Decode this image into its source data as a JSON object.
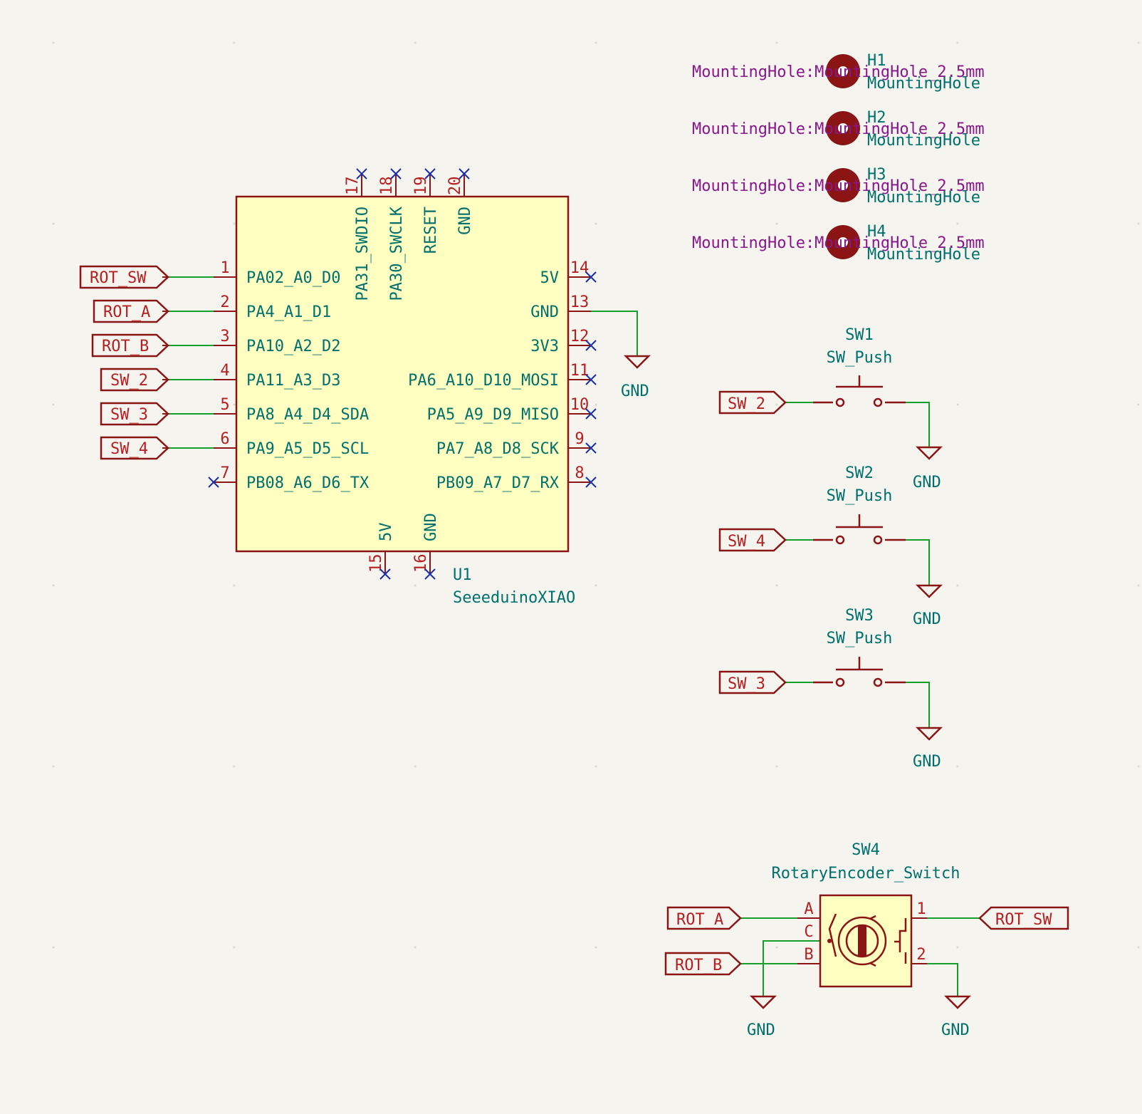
{
  "u1": {
    "ref": "U1",
    "value": "SeeeduinoXIAO",
    "left_pins": [
      {
        "num": "1",
        "name": "PA02_A0_D0"
      },
      {
        "num": "2",
        "name": "PA4_A1_D1"
      },
      {
        "num": "3",
        "name": "PA10_A2_D2"
      },
      {
        "num": "4",
        "name": "PA11_A3_D3"
      },
      {
        "num": "5",
        "name": "PA8_A4_D4_SDA"
      },
      {
        "num": "6",
        "name": "PA9_A5_D5_SCL"
      },
      {
        "num": "7",
        "name": "PB08_A6_D6_TX"
      }
    ],
    "right_pins": [
      {
        "num": "14",
        "name": "5V"
      },
      {
        "num": "13",
        "name": "GND"
      },
      {
        "num": "12",
        "name": "3V3"
      },
      {
        "num": "11",
        "name": "PA6_A10_D10_MOSI"
      },
      {
        "num": "10",
        "name": "PA5_A9_D9_MISO"
      },
      {
        "num": "9",
        "name": "PA7_A8_D8_SCK"
      },
      {
        "num": "8",
        "name": "PB09_A7_D7_RX"
      }
    ],
    "top_pins": [
      {
        "num": "17",
        "name": "PA31_SWDIO"
      },
      {
        "num": "18",
        "name": "PA30_SWCLK"
      },
      {
        "num": "19",
        "name": "RESET"
      },
      {
        "num": "20",
        "name": "GND"
      }
    ],
    "bottom_pins": [
      {
        "num": "15",
        "name": "5V"
      },
      {
        "num": "16",
        "name": "GND"
      }
    ]
  },
  "nets": {
    "rot_sw": "ROT_SW",
    "rot_a": "ROT_A",
    "rot_b": "ROT_B",
    "sw_2": "SW_2",
    "sw_3": "SW_3",
    "sw_4": "SW_4",
    "gnd": "GND"
  },
  "holes": [
    {
      "ref": "H1",
      "value": "MountingHole",
      "footprint": "MountingHole:MountingHole_2.5mm"
    },
    {
      "ref": "H2",
      "value": "MountingHole",
      "footprint": "MountingHole:MountingHole_2.5mm"
    },
    {
      "ref": "H3",
      "value": "MountingHole",
      "footprint": "MountingHole:MountingHole_2.5mm"
    },
    {
      "ref": "H4",
      "value": "MountingHole",
      "footprint": "MountingHole:MountingHole_2.5mm"
    }
  ],
  "switches": [
    {
      "ref": "SW1",
      "value": "SW_Push",
      "net": "SW_2"
    },
    {
      "ref": "SW2",
      "value": "SW_Push",
      "net": "SW_4"
    },
    {
      "ref": "SW3",
      "value": "SW_Push",
      "net": "SW_3"
    }
  ],
  "encoder": {
    "ref": "SW4",
    "value": "RotaryEncoder_Switch",
    "pin_a": "A",
    "pin_c": "C",
    "pin_b": "B",
    "pin_1": "1",
    "pin_2": "2"
  }
}
